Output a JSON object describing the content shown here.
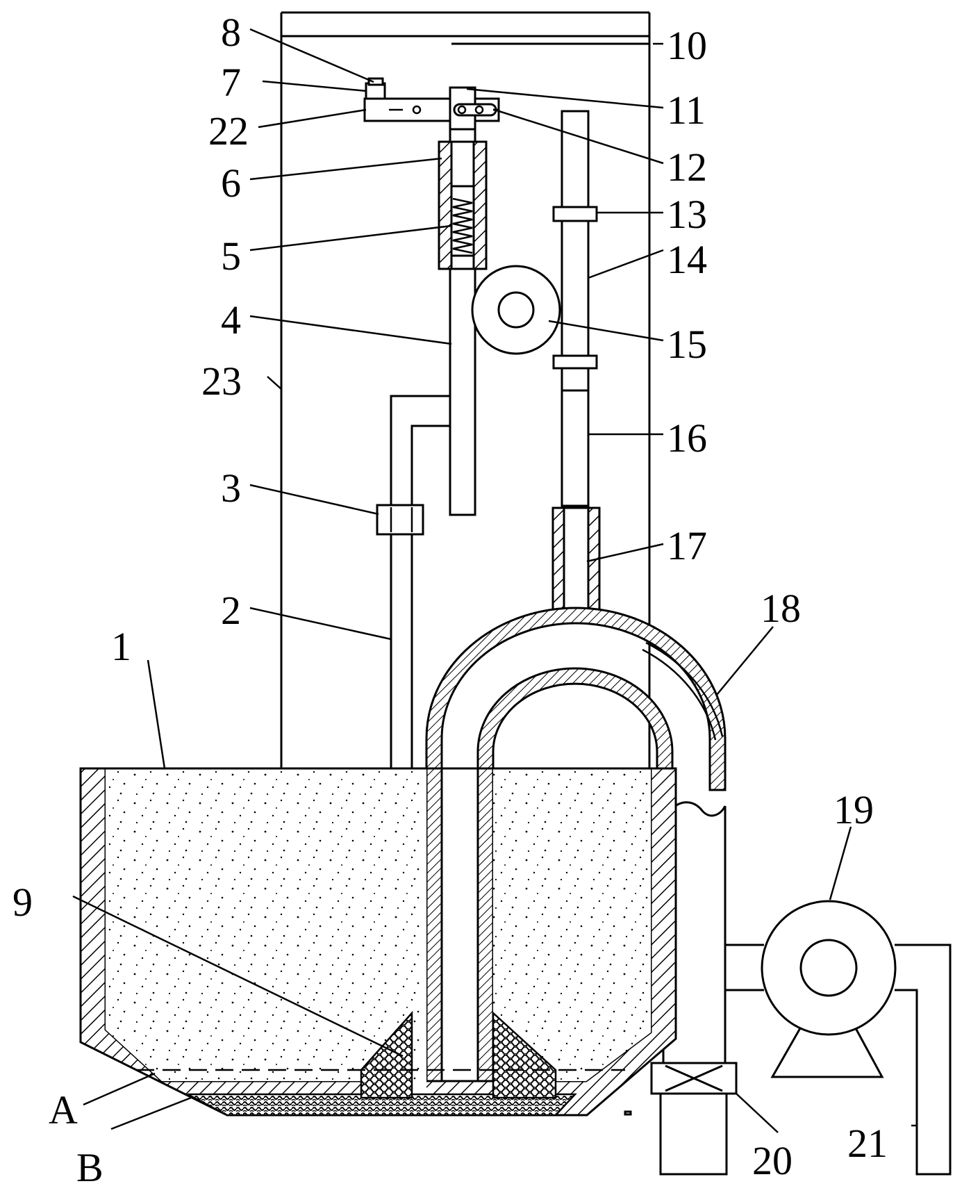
{
  "labels": {
    "l1": "1",
    "l2": "2",
    "l3": "3",
    "l4": "4",
    "l5": "5",
    "l6": "6",
    "l7": "7",
    "l8": "8",
    "l9": "9",
    "l10": "10",
    "l11": "11",
    "l12": "12",
    "l13": "13",
    "l14": "14",
    "l15": "15",
    "l16": "16",
    "l17": "17",
    "l18": "18",
    "l19": "19",
    "l20": "20",
    "l21": "21",
    "l22": "22",
    "l23": "23",
    "lA": "A",
    "lB": "B"
  }
}
